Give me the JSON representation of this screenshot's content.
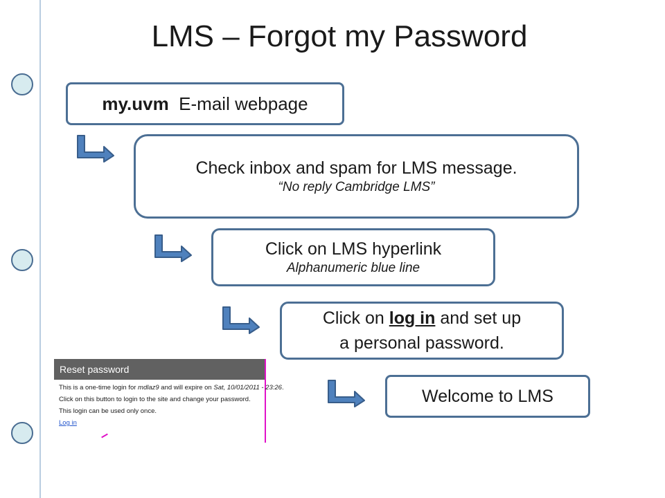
{
  "title": "LMS – Forgot my Password",
  "steps": {
    "step1": {
      "bold": "my.uvm",
      "rest": "E-mail webpage"
    },
    "step2": {
      "main": "Check inbox and spam for LMS message.",
      "sub": "“No reply Cambridge LMS”"
    },
    "step3": {
      "main": "Click on LMS hyperlink",
      "sub": "Alphanumeric blue line"
    },
    "step4": {
      "pre": "Click on ",
      "link": "log in",
      "post": " and set up",
      "line2": "a personal password."
    },
    "step5": {
      "main": "Welcome to LMS"
    }
  },
  "screenshot": {
    "header": "Reset password",
    "line1_a": "This is a one-time login for ",
    "line1_user": "mdlaz9",
    "line1_b": " and will expire on ",
    "line1_date": "Sat, 10/01/2011 - 23:26",
    "line2": "Click on this button to login to the site and change your password.",
    "line3": "This login can be used only once.",
    "link": "Log in"
  },
  "colors": {
    "box_border": "#4c6f94",
    "arrow_fill": "#4f81bd",
    "arrow_stroke": "#385d8a",
    "hole_fill": "#d7ebef",
    "shot_border": "#e012c8"
  }
}
